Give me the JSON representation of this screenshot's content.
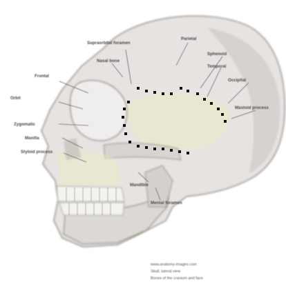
{
  "colors": {
    "skull_fill": "#e6e3e1",
    "skull_shade": "#cfcac7",
    "skull_outline": "#8a8480",
    "accent_yellow": "#e9ecc3",
    "teeth": "#f4f4ee",
    "dots": "#111111",
    "label_text": "#4a4a4a"
  },
  "labels": [
    {
      "text": "Supraorbital foramen"
    },
    {
      "text": "Parietal"
    },
    {
      "text": "Nasal bone"
    },
    {
      "text": "Sphenoid"
    },
    {
      "text": "Frontal"
    },
    {
      "text": "Temporal"
    },
    {
      "text": "Orbit"
    },
    {
      "text": "Occipital"
    },
    {
      "text": "Zygomatic"
    },
    {
      "text": "Mastoid process"
    },
    {
      "text": "Maxilla"
    },
    {
      "text": "Styloid process"
    },
    {
      "text": "Mandible"
    },
    {
      "text": "Mental foramen"
    }
  ],
  "credit": {
    "line1": "www.anatomy-images.com",
    "line2": "Skull, lateral view",
    "line3": "Bones of the cranium and face"
  }
}
